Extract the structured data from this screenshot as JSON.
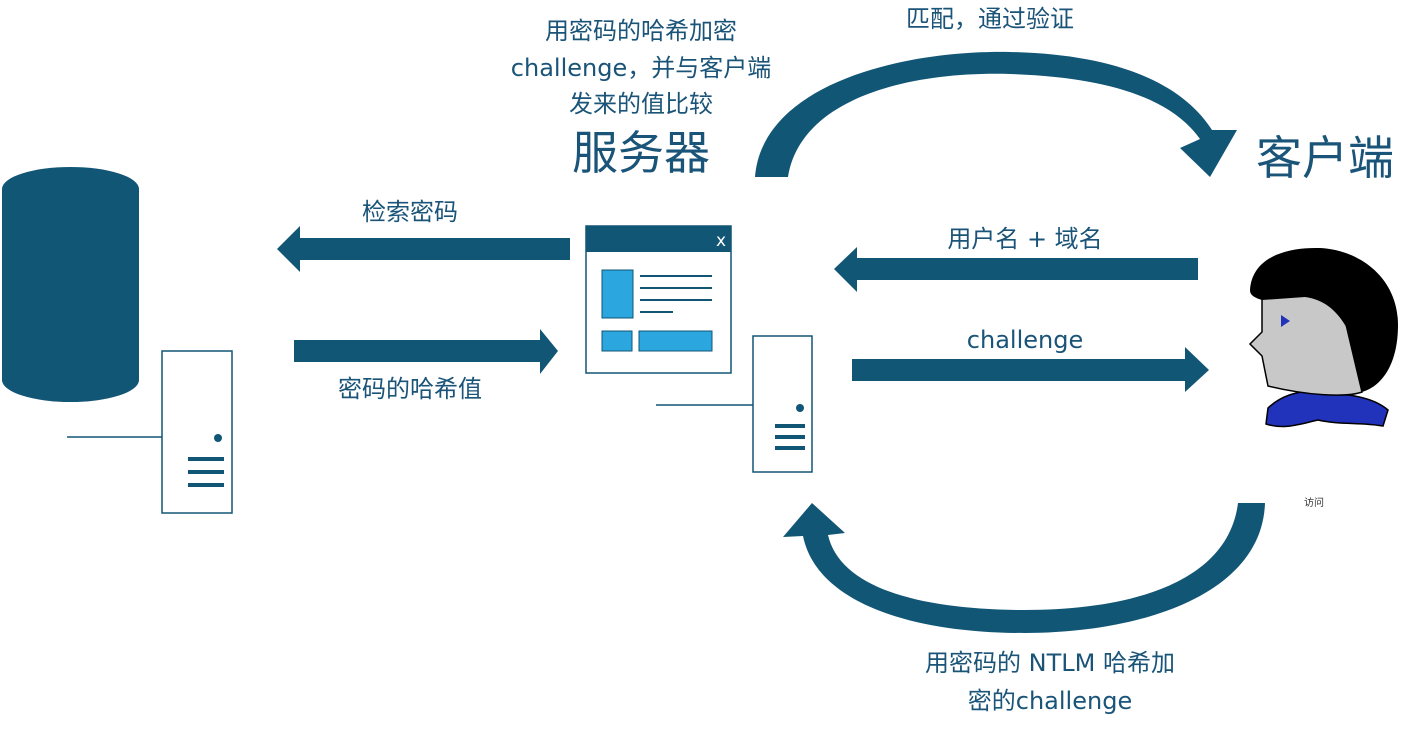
{
  "colors": {
    "primary": "#125676",
    "dark": "#0f3d57",
    "light_blue": "#2ba6df",
    "hair_black": "#000000",
    "face_grey": "#c8c8c8",
    "collar_blue": "#2233bb"
  },
  "server": {
    "process_line1": "用密码的哈希加密",
    "process_line2": "challenge，并与客户端",
    "process_line3": "发来的值比较",
    "title": "服务器"
  },
  "client": {
    "title": "客户端",
    "caption": "访问"
  },
  "arrows": {
    "match_verified": "匹配，通过验证",
    "retrieve_password": "检索密码",
    "password_hash": "密码的哈希值",
    "username_domain": "用户名 + 域名",
    "challenge": "challenge",
    "encrypted_line1": "用密码的 NTLM 哈希加",
    "encrypted_line2": "密的challenge"
  },
  "icons": {
    "database": "database-cylinder-icon",
    "server_tower_left": "server-tower-icon",
    "server_tower_right": "server-tower-icon",
    "app_window": "app-window-icon",
    "window_close": "close-icon",
    "user": "user-avatar-icon"
  }
}
